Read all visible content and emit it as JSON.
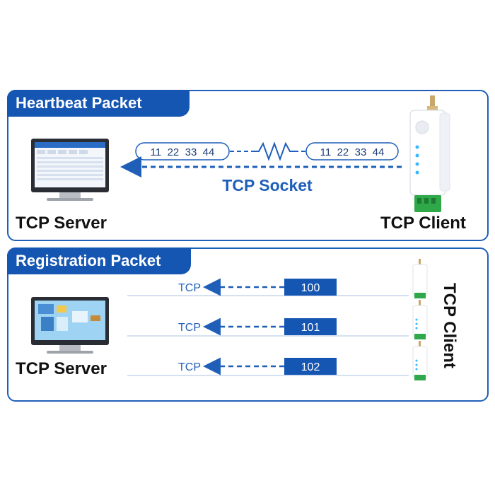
{
  "heartbeat": {
    "title": "Heartbeat Packet",
    "packet_left": "11  22  33  44",
    "packet_right": "11  22  33  44",
    "socket_label": "TCP Socket",
    "server_label": "TCP Server",
    "client_label": "TCP Client"
  },
  "registration": {
    "title": "Registration Packet",
    "server_label": "TCP Server",
    "client_label": "TCP Client",
    "rows": [
      {
        "protocol": "TCP",
        "id": "100"
      },
      {
        "protocol": "TCP",
        "id": "101"
      },
      {
        "protocol": "TCP",
        "id": "102"
      }
    ]
  },
  "colors": {
    "brand_blue": "#1556b3",
    "line_blue": "#2f6fd0",
    "device_green": "#2fa84a"
  }
}
